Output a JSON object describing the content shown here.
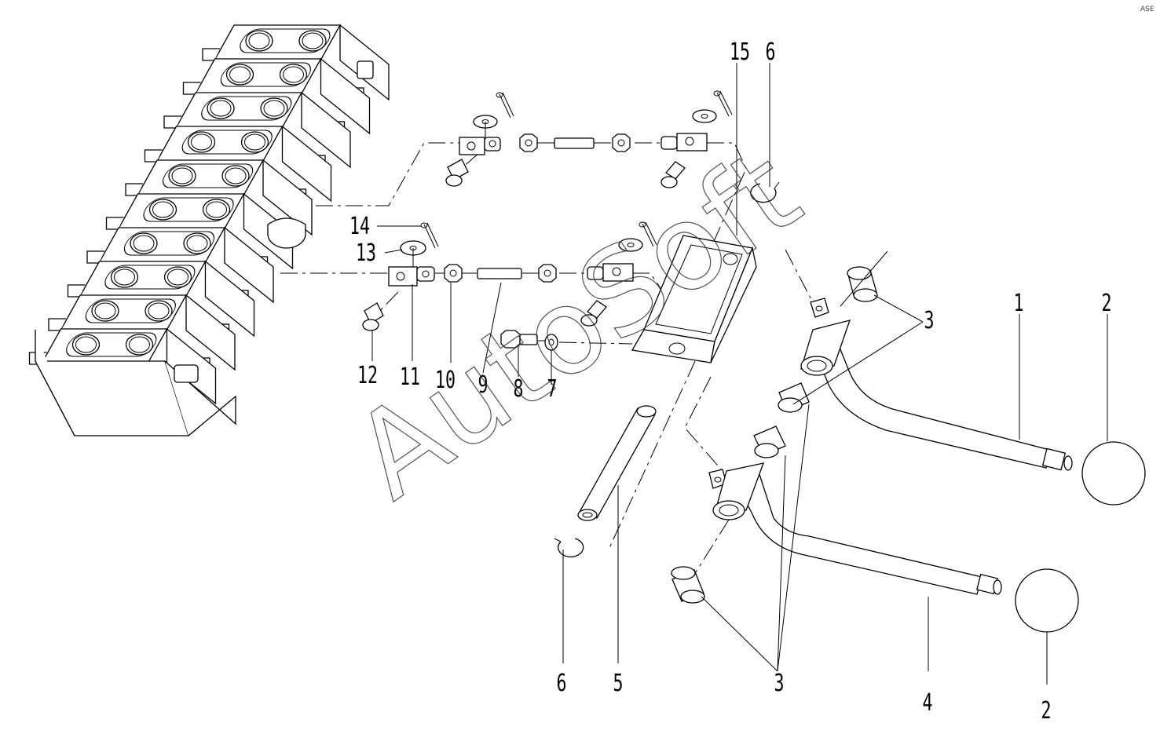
{
  "watermark": "AutoSoft",
  "corner_mark": "ASE",
  "callouts": {
    "c1": "1",
    "c2a": "2",
    "c2b": "2",
    "c3a": "3",
    "c3b": "3",
    "c4": "4",
    "c5": "5",
    "c6a": "6",
    "c6b": "6",
    "c7": "7",
    "c8": "8",
    "c9": "9",
    "c10": "10",
    "c11": "11",
    "c12": "12",
    "c13": "13",
    "c14": "14",
    "c15": "15"
  }
}
